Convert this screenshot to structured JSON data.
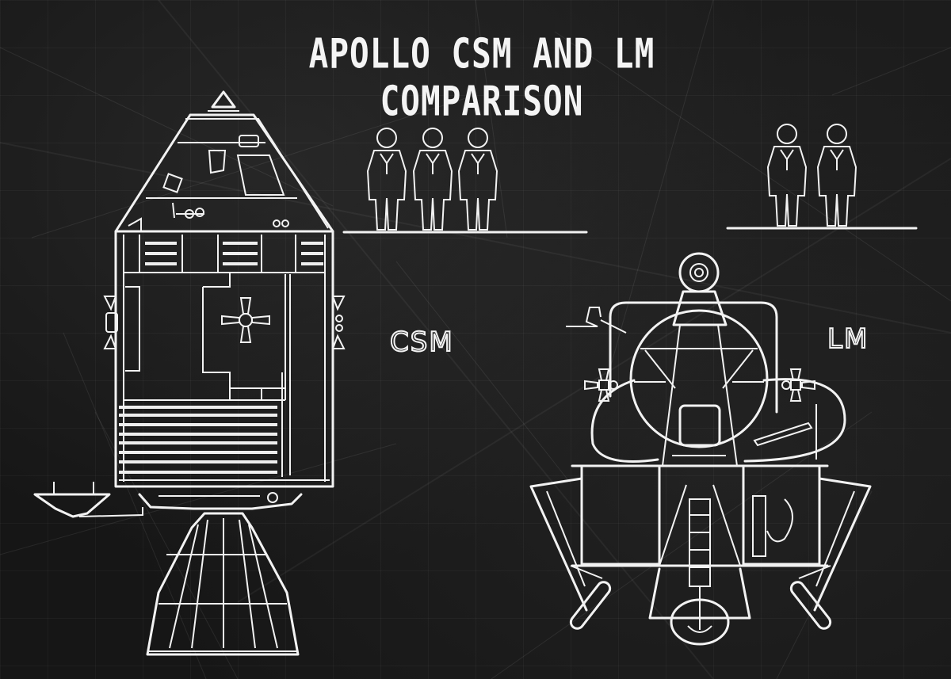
{
  "poster": {
    "title": "APOLLO CSM AND LM COMPARISON",
    "background_color": "#161616",
    "line_color": "#f2f2f2"
  },
  "labels": {
    "csm": "CSM",
    "lm": "LM"
  },
  "figures": {
    "csm_crew_count": 3,
    "lm_crew_count": 2
  },
  "drawings": [
    {
      "id": "csm",
      "name": "Command and Service Module",
      "parts": [
        "command-module-cone",
        "docking-probe",
        "service-module-body",
        "rcs-quad-thrusters",
        "high-gain-antenna",
        "sps-engine-nozzle"
      ]
    },
    {
      "id": "lm",
      "name": "Lunar Module",
      "parts": [
        "rendezvous-radar-dish",
        "ascent-stage",
        "rcs-quad-thrusters",
        "descent-stage",
        "landing-legs",
        "footpads",
        "descent-engine"
      ]
    }
  ]
}
